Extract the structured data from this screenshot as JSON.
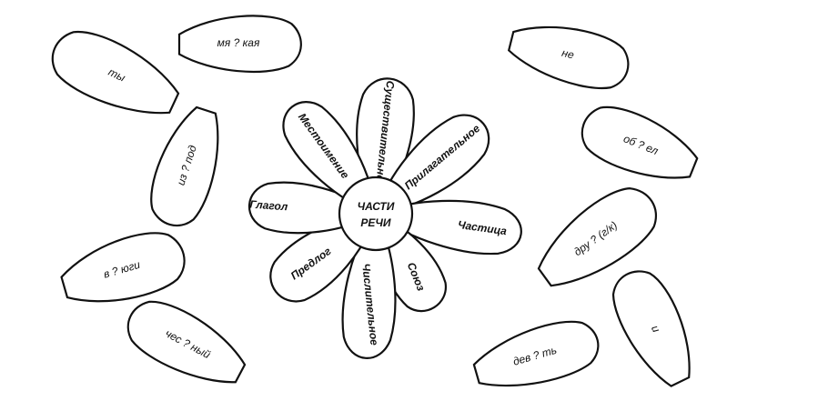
{
  "center": {
    "line1": "ЧАСТИ",
    "line2": "РЕЧИ"
  },
  "flower_petals": [
    {
      "label": "Существительное"
    },
    {
      "label": "Прилагательное"
    },
    {
      "label": "Частица"
    },
    {
      "label": "Союз"
    },
    {
      "label": "Числительное"
    },
    {
      "label": "Предлог"
    },
    {
      "label": "Глагол"
    },
    {
      "label": "Местоимение"
    }
  ],
  "loose_petals": [
    {
      "word": "мя ? кая"
    },
    {
      "word": "ты"
    },
    {
      "word": "из ? под"
    },
    {
      "word": "в ? юги"
    },
    {
      "word": "чес ? ный"
    },
    {
      "word": "не"
    },
    {
      "word": "об ? ел"
    },
    {
      "word": "дру ? (г/к)"
    },
    {
      "word": "и"
    },
    {
      "word": "дев ? ть"
    }
  ]
}
